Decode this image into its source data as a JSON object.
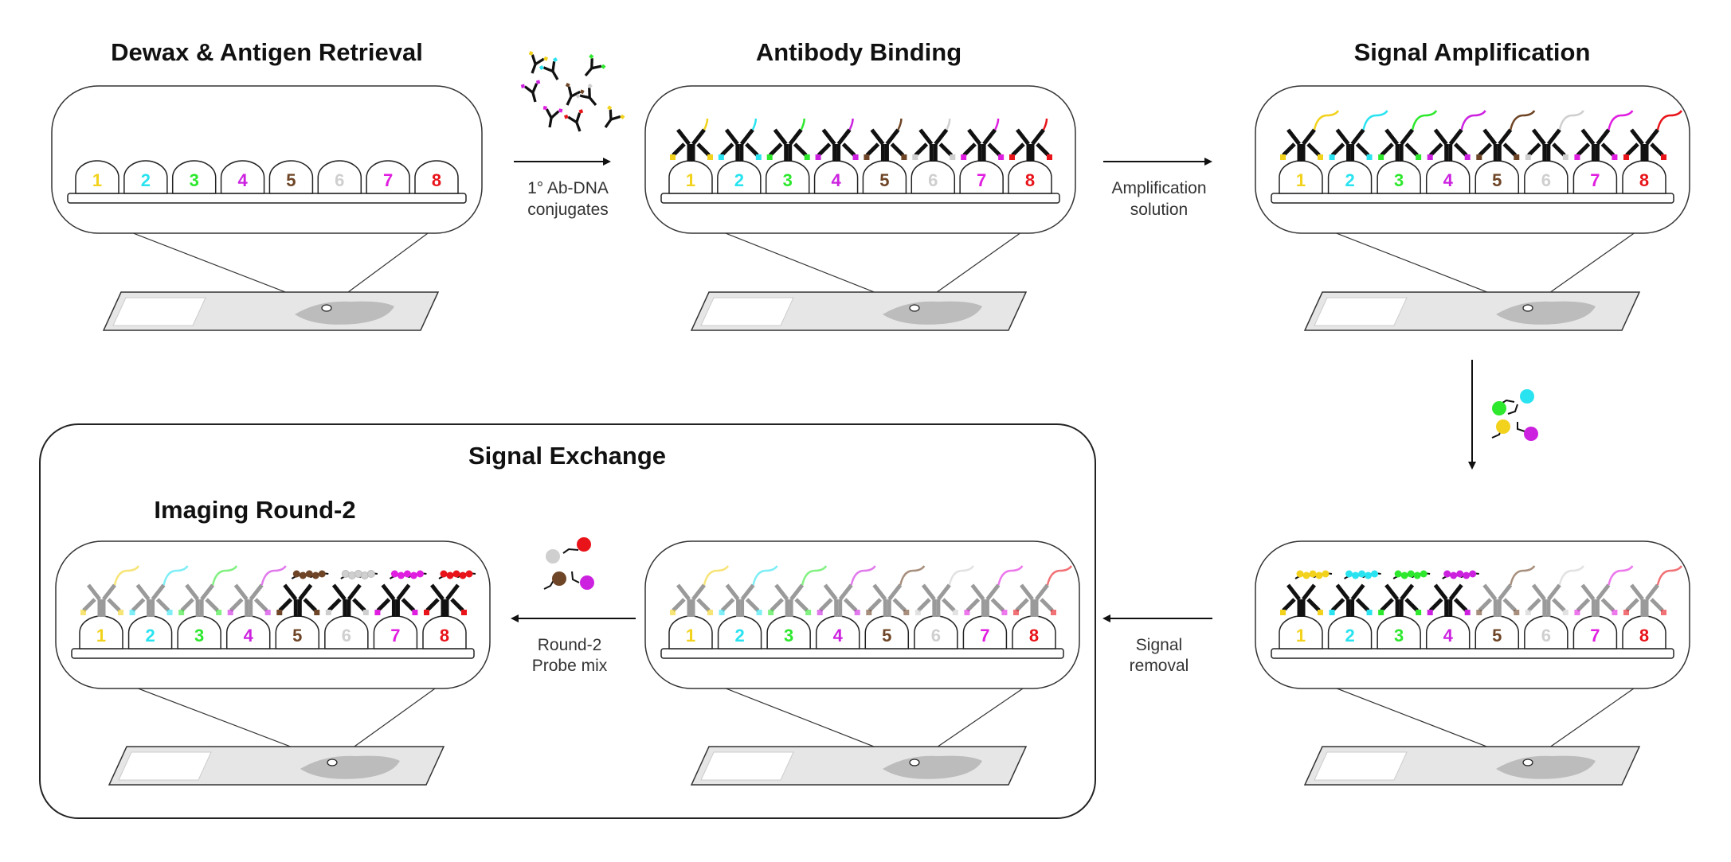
{
  "titles": {
    "dewax": "Dewax & Antigen Retrieval",
    "binding": "Antibody Binding",
    "amplification": "Signal Amplification",
    "exchange": "Signal Exchange",
    "imaging": "Imaging Round‑2"
  },
  "arrow_labels": {
    "conjugates": [
      "1° Ab-DNA",
      "conjugates"
    ],
    "amplification": [
      "Amplification",
      "solution"
    ],
    "removal": [
      "Signal",
      "removal"
    ],
    "probe_mix": [
      "Round-2",
      "Probe mix"
    ]
  },
  "markers": [
    {
      "num": "1",
      "color": "#f2d21c"
    },
    {
      "num": "2",
      "color": "#29e3f0"
    },
    {
      "num": "3",
      "color": "#2ee82e"
    },
    {
      "num": "4",
      "color": "#cc22e0"
    },
    {
      "num": "5",
      "color": "#6e4526"
    },
    {
      "num": "6",
      "color": "#cfcfcf"
    },
    {
      "num": "7",
      "color": "#e01ee0"
    },
    {
      "num": "8",
      "color": "#e8141a"
    }
  ],
  "panels": [
    {
      "id": "dewax",
      "antibodies": "none"
    },
    {
      "id": "binding",
      "antibodies": "bound"
    },
    {
      "id": "amplification",
      "antibodies": "amplified"
    },
    {
      "id": "round1-imaging",
      "antibodies": "round1"
    },
    {
      "id": "removal-result",
      "antibodies": "faded"
    },
    {
      "id": "round2-imaging",
      "antibodies": "round2"
    }
  ]
}
